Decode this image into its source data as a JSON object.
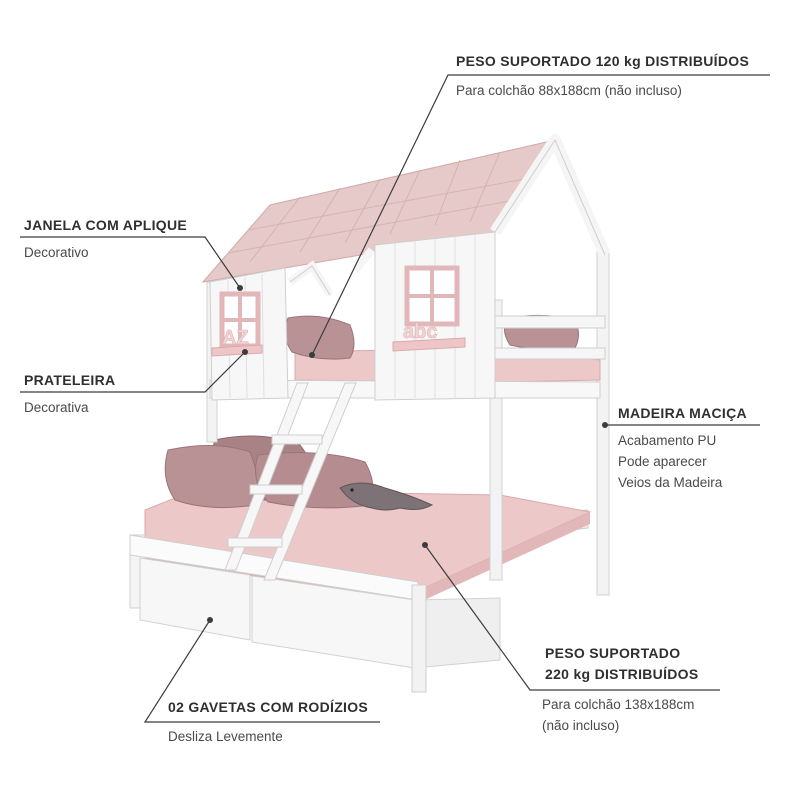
{
  "colors": {
    "pink_roof": "#e6c9c9",
    "pink_roof_edge": "#cfa9a9",
    "pink_mattress": "#edc8c8",
    "pink_mattress_shade": "#d9a9ab",
    "pillow": "#b88f92",
    "pillow_shade": "#9c7478",
    "white_wood": "#f6f6f6",
    "wood_shade": "#dcdcdc",
    "line": "#3c3c3c"
  },
  "callouts": {
    "peso_superior": {
      "title": "PESO SUPORTADO 120 kg DISTRIBUÍDOS",
      "desc": "Para colchão 88x188cm (não incluso)"
    },
    "janela": {
      "title": "JANELA COM APLIQUE",
      "desc": "Decorativo"
    },
    "prateleira": {
      "title": "PRATELEIRA",
      "desc": "Decorativa"
    },
    "madeira": {
      "title": "MADEIRA MACIÇA",
      "desc1": "Acabamento PU",
      "desc2": "Pode aparecer",
      "desc3": "Veios da Madeira"
    },
    "peso_inferior": {
      "title1": "PESO SUPORTADO",
      "title2": "220 kg DISTRIBUÍDOS",
      "desc1": "Para colchão 138x188cm",
      "desc2": "(não incluso)"
    },
    "gavetas": {
      "title": "02 GAVETAS COM RODÍZIOS",
      "desc": "Desliza Levemente"
    }
  },
  "appliques": {
    "left_letters": "AZ",
    "right_letters": "abc"
  }
}
